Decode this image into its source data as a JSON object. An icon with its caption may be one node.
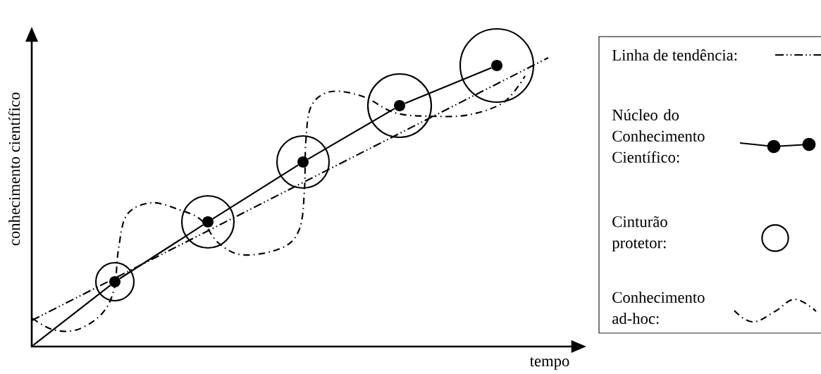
{
  "diagram": {
    "nodes": [
      {
        "text": [],
        "shape": "point"
      },
      {
        "text": [],
        "shape": "circle"
      },
      {
        "text": [],
        "shape": "circle"
      },
      {
        "text": [],
        "shape": "circle"
      },
      {
        "text": [],
        "shape": "circle"
      },
      {
        "text": [],
        "shape": "circle"
      }
    ],
    "edges": [
      {
        "from": 0,
        "to": 1,
        "arrow": "none"
      },
      {
        "from": 1,
        "to": 2,
        "arrow": "none"
      },
      {
        "from": 2,
        "to": 3,
        "arrow": "none"
      },
      {
        "from": 3,
        "to": 4,
        "arrow": "none"
      },
      {
        "from": 4,
        "to": 5,
        "arrow": "none"
      }
    ],
    "labels": [
      "conhecimento científico",
      "tempo"
    ],
    "legend": [
      {
        "text": "Linha de tendência:"
      },
      {
        "text": "Núcleo do Conhecimento Científico:"
      },
      {
        "text": "Cinturão protetor:"
      },
      {
        "text": "Conhecimento ad-hoc:"
      }
    ]
  }
}
